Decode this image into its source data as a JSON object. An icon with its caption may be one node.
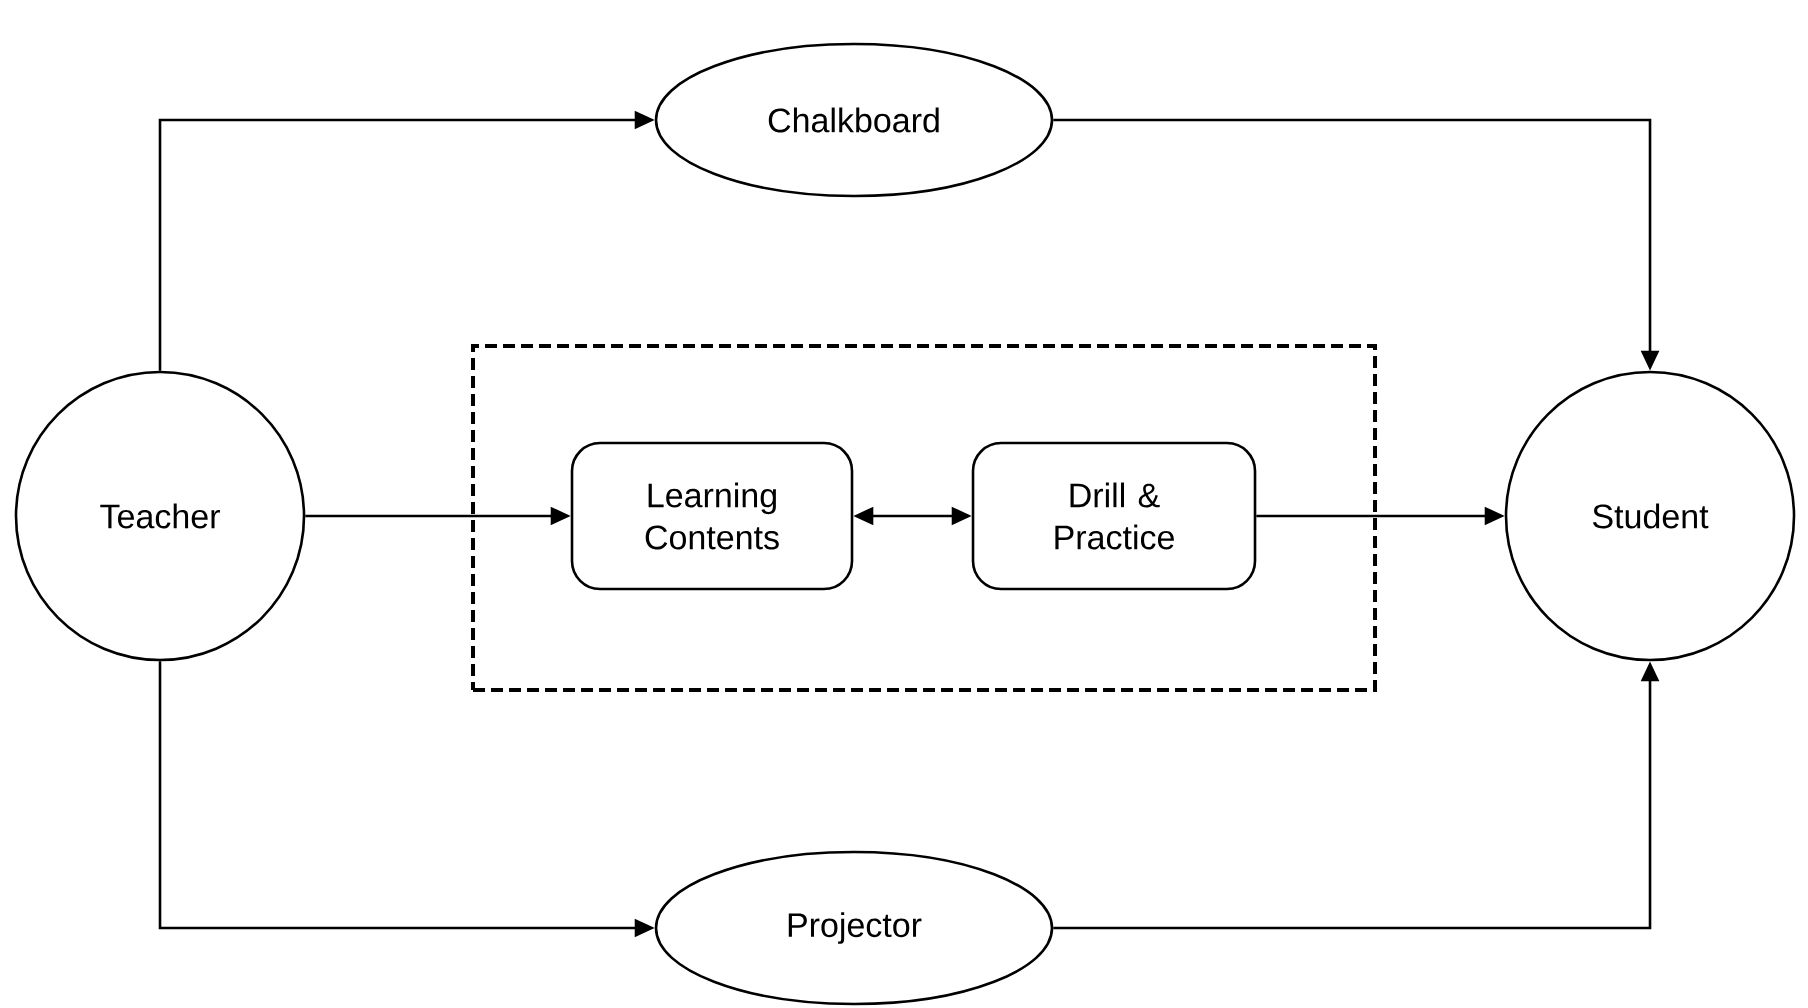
{
  "diagram": {
    "nodes": [
      {
        "text": [
          "Chalkboard"
        ]
      },
      {
        "text": [
          "Teacher"
        ]
      },
      {
        "text": [],
        "shape": "box"
      },
      {
        "text": [
          "Learning Contents"
        ],
        "in": 2
      },
      {
        "text": [
          "Drill & Practice"
        ],
        "in": 2
      },
      {
        "text": [
          "Student"
        ]
      },
      {
        "text": [
          "Projector"
        ]
      }
    ],
    "edges": [
      {
        "from": 1,
        "to": 0,
        "arrow": "to"
      },
      {
        "from": 0,
        "to": 5,
        "arrow": "to"
      },
      {
        "from": 1,
        "to": 3,
        "arrow": "to"
      },
      {
        "from": 3,
        "to": 4,
        "arrow": "both"
      },
      {
        "from": 4,
        "to": 5,
        "arrow": "to"
      },
      {
        "from": 1,
        "to": 6,
        "arrow": "to"
      },
      {
        "from": 6,
        "to": 5,
        "arrow": "to"
      }
    ]
  }
}
